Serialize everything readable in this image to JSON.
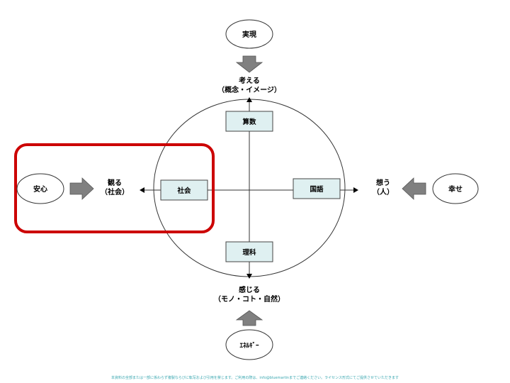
{
  "nodes": {
    "top": "実現",
    "left": "安心",
    "right": "幸せ",
    "bottom": "ｴﾈﾙｷﾞｰ"
  },
  "directions": {
    "top": {
      "line1": "考える",
      "line2": "（概念・イメージ）"
    },
    "left": {
      "line1": "観る",
      "line2": "（社会）"
    },
    "right": {
      "line1": "想う",
      "line2": "（人）"
    },
    "bottom": {
      "line1": "感じる",
      "line2": "（モノ・コト・自然）"
    }
  },
  "subjects": {
    "math": "算数",
    "social": "社会",
    "japanese": "国語",
    "science": "理科"
  },
  "footer": "本資料の全部または一部に係わらず複製ならびに転写および引用を禁じます。ご利用の際は、info@bluemartinまでご連絡ください。ライセンス形式にてご提供させていただきます",
  "colors": {
    "highlight": "#cc0000",
    "box_fill": "#dff0f1",
    "arrow_fill": "#808080",
    "footer_text": "#3aa7b0"
  }
}
